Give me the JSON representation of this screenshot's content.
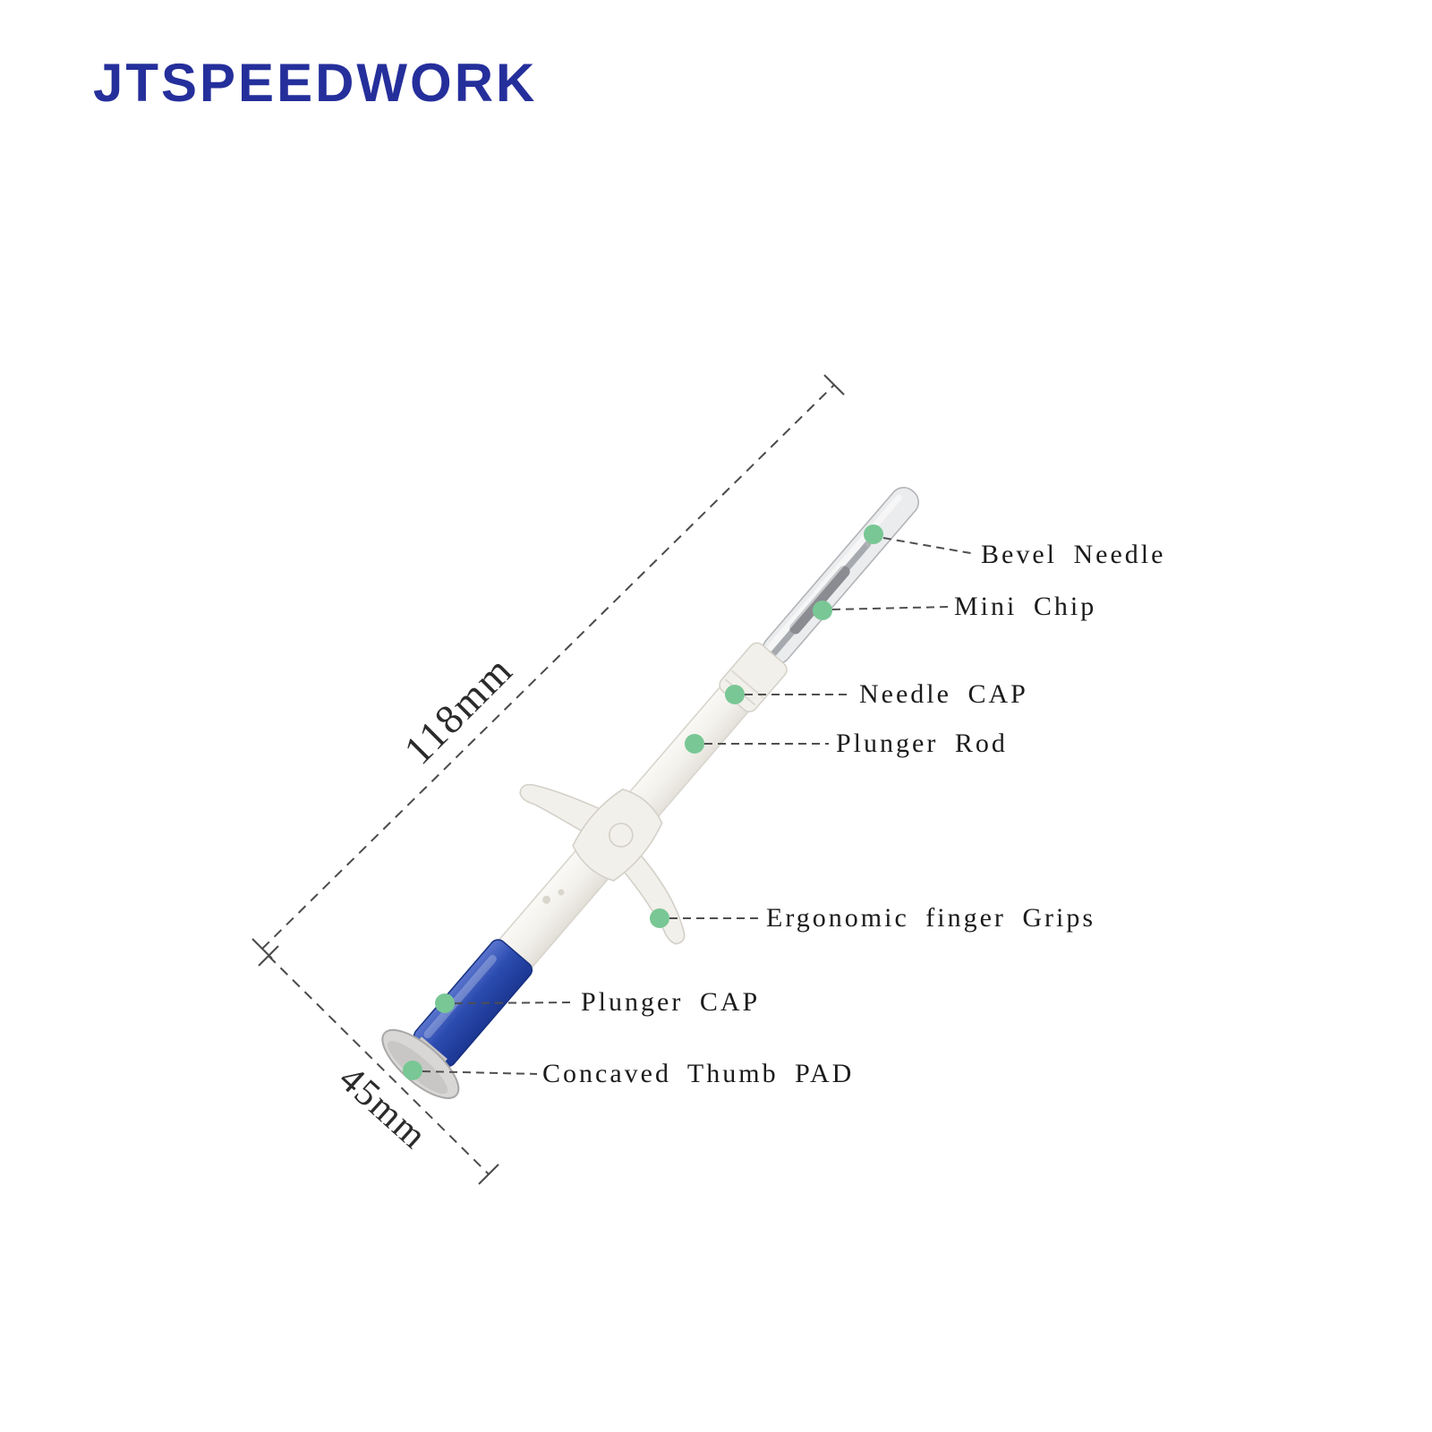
{
  "brand": {
    "logo": "JTSPEEDWORK",
    "color": "#252f9b"
  },
  "dimensions": {
    "length_label": "118mm",
    "width_label": "45mm"
  },
  "callouts": [
    {
      "text": "Bevel Needle"
    },
    {
      "text": "Mini Chip"
    },
    {
      "text": "Needle CAP"
    },
    {
      "text": "Plunger Rod"
    },
    {
      "text": "Ergonomic finger Grips"
    },
    {
      "text": "Plunger CAP"
    },
    {
      "text": "Concaved Thumb PAD"
    }
  ],
  "colors": {
    "callout_dot": "#79c795",
    "plunger_blue": "#2c4cb0",
    "leader_line": "#4f4f4f",
    "syringe_body": "#f2f0ea"
  }
}
